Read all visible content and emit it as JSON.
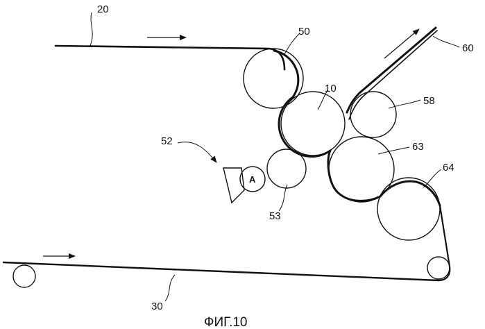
{
  "figure": {
    "caption": "ФИГ.10"
  },
  "labels": {
    "web_top": "20",
    "web_bottom": "30",
    "roll_50": "50",
    "roll_10": "10",
    "roll_58": "58",
    "roll_63": "63",
    "roll_64": "64",
    "roll_53": "53",
    "unit_52": "52",
    "output_60": "60",
    "dispenser_letter": "A"
  }
}
